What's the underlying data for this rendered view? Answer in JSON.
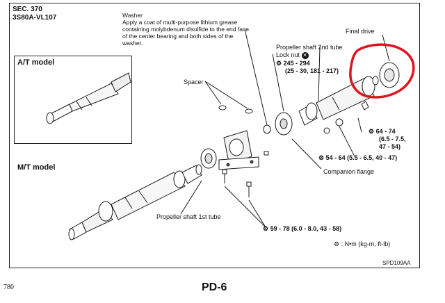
{
  "header": {
    "section": "SEC. 370",
    "code": "3S80A-VL107"
  },
  "washer": {
    "title": "Washer",
    "note": "Apply a coat of multi-purpose lithium grease containing molybdenum disulfide to the end face of the center bearing and both sides of the washer."
  },
  "models": {
    "at": "A/T model",
    "mt": "M/T model"
  },
  "labels": {
    "spacer": "Spacer",
    "final_drive": "Final drive",
    "shaft2": "Propeller shaft 2nd tube",
    "lock_nut": "Lock nut",
    "companion_flange": "Companion flange",
    "shaft1": "Propeller shaft 1st tube"
  },
  "torques": {
    "lock_nut_a": "245 - 294",
    "lock_nut_b": "(25 - 30, 181 - 217)",
    "t64_a": "64 - 74",
    "t64_b": "(6.5 - 7.5,",
    "t64_c": "47 - 54)",
    "t54": "54 - 64 (5.5 - 6.5, 40 - 47)",
    "t59": "59 - 78 (6.0 - 8.0, 43 - 58)",
    "legend": ": N•m (kg-m, ft-lb)"
  },
  "figure_id": "SPD109AA",
  "footer": {
    "page_number": "780",
    "page_code": "PD-6"
  },
  "colors": {
    "highlight": "#e0141e",
    "ink": "#1a1a1a"
  }
}
